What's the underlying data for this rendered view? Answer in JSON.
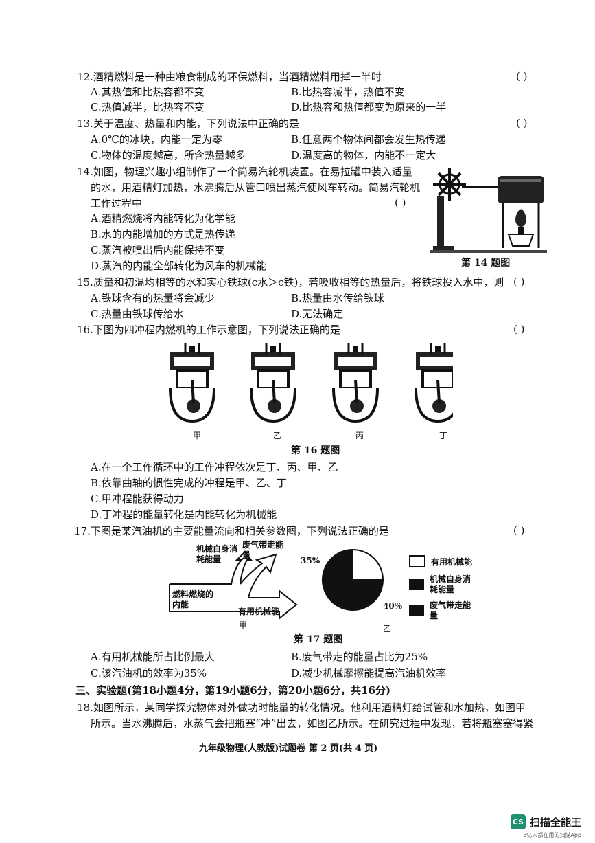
{
  "q12": {
    "stem": "12.酒精燃料是一种由粮食制成的环保燃料，当酒精燃料用掉一半时",
    "paren": "(    )",
    "a": "A.其热值和比热容都不变",
    "b": "B.比热容减半，热值不变",
    "c": "C.热值减半，比热容不变",
    "d": "D.比热容和热值都变为原来的一半"
  },
  "q13": {
    "stem": "13.关于温度、热量和内能，下列说法中正确的是",
    "paren": "(    )",
    "a": "A.0℃的冰块，内能一定为零",
    "b": "B.任意两个物体间都会发生热传递",
    "c": "C.物体的温度越高，所含热量越多",
    "d": "D.温度高的物体，内能不一定大"
  },
  "q14": {
    "stem1": "14.如图，物理兴趣小组制作了一个简易汽轮机装置。在易拉罐中装入适量",
    "stem2": "的水，用酒精灯加热，水沸腾后从管口喷出蒸汽使风车转动。简易汽轮机",
    "stem3": "工作过程中",
    "paren": "(    )",
    "a": "A.酒精燃烧将内能转化为化学能",
    "b": "B.水的内能增加的方式是热传递",
    "c": "C.蒸汽被喷出后内能保持不变",
    "d": "D.蒸汽的内能全部转化为风车的机械能",
    "caption": "第 14 题图"
  },
  "q15": {
    "stem": "15.质量和初温均相等的水和实心铁球(c水＞c铁)，若吸收相等的热量后，将铁球投入水中，则",
    "paren": "(    )",
    "a": "A.铁球含有的热量将会减少",
    "b": "B.热量由水传给铁球",
    "c": "C.热量由铁球传给水",
    "d": "D.无法确定"
  },
  "q16": {
    "stem": "16.下图为四冲程内燃机的工作示意图，下列说法正确的是",
    "paren": "(    )",
    "labels": [
      "甲",
      "乙",
      "丙",
      "丁"
    ],
    "caption": "第 16 题图",
    "a": "A.在一个工作循环中的工作冲程依次是丁、丙、甲、乙",
    "b": "B.依靠曲轴的惯性完成的冲程是甲、乙、丁",
    "c": "C.甲冲程能获得动力",
    "d": "D.丁冲程的能量转化是内能转化为机械能"
  },
  "q17": {
    "stem": "17.下图是某汽油机的主要能量流向和相关参数图，下列说法正确的是",
    "paren": "(    )",
    "flow_labels": {
      "fuel": "燃料燃烧的内能",
      "friction": "机械自身消耗能量",
      "exhaust": "废气带走能量",
      "useful": "有用机械能",
      "fig_a": "甲"
    },
    "pie_labels": {
      "p35": "35%",
      "p40": "40%",
      "fig_b": "乙"
    },
    "legend": [
      "有用机械能",
      "机械自身消耗能量",
      "废气带走能量"
    ],
    "caption": "第 17 题图",
    "a": "A.有用机械能所占比例最大",
    "b": "B.废气带走的能量占比为25%",
    "c": "C.该汽油机的效率为35%",
    "d": "D.减少机械摩擦能提高汽油机效率"
  },
  "section3": "三、实验题(第18小题4分，第19小题6分，第20小题6分，共16分)",
  "q18": {
    "l1": "18.如图所示，某同学探究物体对外做功时能量的转化情况。他利用酒精灯给试管和水加热，如图甲",
    "l2": "所示。当水沸腾后，水蒸气会把瓶塞“冲”出去，如图乙所示。在研究过程中发现，若将瓶塞塞得紧"
  },
  "footer": "九年级物理(人教版)试题卷   第 2 页(共 4 页)",
  "watermark": {
    "badge": "CS",
    "title": "扫描全能王",
    "sub": "3亿人都在用的扫描App"
  },
  "pie_chart": {
    "slices": [
      {
        "name": "有用机械能",
        "value": 25,
        "color": "#ffffff"
      },
      {
        "name": "机械自身消耗能量",
        "value": 35,
        "color": "#111111"
      },
      {
        "name": "废气带走能量",
        "value": 40,
        "color": "#111111"
      }
    ]
  }
}
